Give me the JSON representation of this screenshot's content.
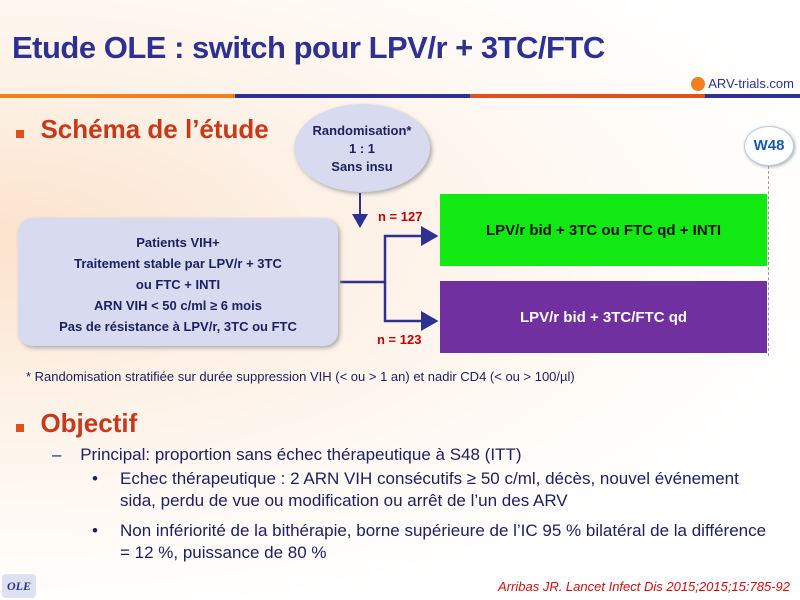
{
  "title": "Etude OLE : switch pour LPV/r + 3TC/FTC",
  "logo": "ARV-trials.com",
  "section1": "Schéma de l’étude",
  "randomisation": {
    "l1": "Randomisation*",
    "l2": "1 : 1",
    "l3": "Sans insu"
  },
  "timepoint": "W48",
  "patients": {
    "l1": "Patients VIH+",
    "l2": "Traitement stable par LPV/r + 3TC",
    "l3": "ou FTC + INTI",
    "l4": "ARN VIH < 50 c/ml ≥ 6 mois",
    "l5": "Pas de résistance à LPV/r, 3TC ou FTC"
  },
  "arms": [
    {
      "n": "n = 127",
      "label": "LPV/r bid + 3TC ou FTC qd + INTI",
      "color": "#12e812"
    },
    {
      "n": "n = 123",
      "label": "LPV/r bid + 3TC/FTC qd",
      "color": "#7030a0"
    }
  ],
  "footnote": "* Randomisation stratifiée sur durée suppression VIH (< ou > 1 an) et nadir CD4 (< ou > 100/µl)",
  "section2": "Objectif",
  "objective": {
    "principal": "Principal: proportion sans échec thérapeutique à S48 (ITT)",
    "bullets": [
      "Echec thérapeutique : 2 ARN VIH consécutifs ≥ 50 c/ml, décès, nouvel événement sida, perdu de vue ou modification ou arrêt de l’un des ARV",
      "Non infériorité de la bithérapie, borne supérieure de l’IC 95 % bilatéral de la différence = 12 %, puissance de 80 %"
    ]
  },
  "badge": "OLE",
  "citation": "Arribas JR. Lancet Infect Dis 2015;2015;15:785-92"
}
